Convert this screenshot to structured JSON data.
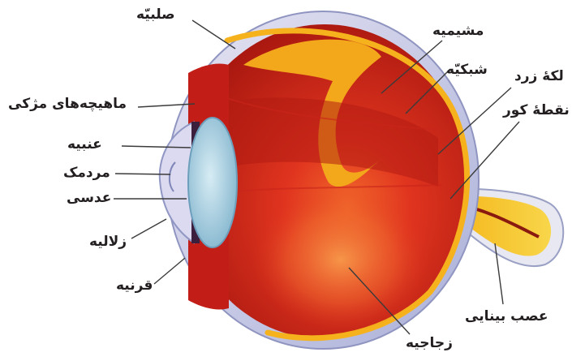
{
  "labels": {
    "sclera": "صلبیّه",
    "choroid": "مشیمیه",
    "retina": "شبکیّه",
    "macula": "لکهٔ زرد",
    "blind_spot": "نقطهٔ کور",
    "ciliary_muscles": "ماهیچه‌های مژکی",
    "iris": "عنبیه",
    "pupil": "مردمک",
    "lens": "عدسی",
    "aqueous_humor": "زلالیه",
    "cornea": "قرنیه",
    "optic_nerve": "عصب بینایی",
    "vitreous_humor": "زجاجیه"
  },
  "colors": {
    "interior": "#d8231e",
    "interior_dark": "#9e1a14",
    "sclera": "#c5c8e3",
    "retina_stripe": "#f5b21d",
    "lens": "#a9cde0",
    "optic_nerve": "#f6c21a",
    "leader_lines": "#3b3b3b"
  }
}
